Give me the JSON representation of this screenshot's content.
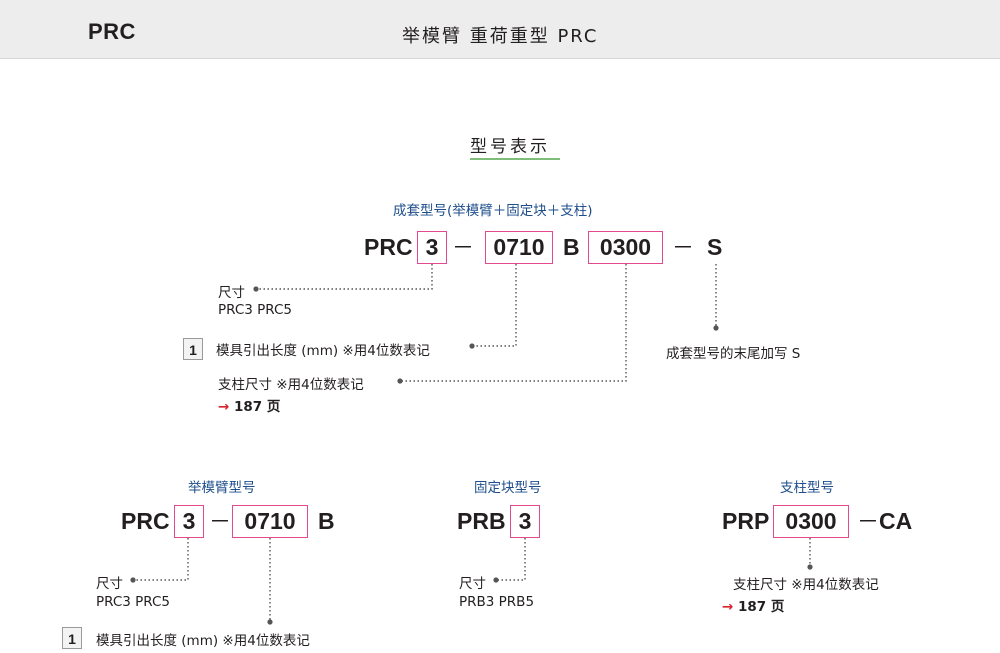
{
  "header": {
    "code": "PRC",
    "title": "举模臂  重荷重型 PRC"
  },
  "section_title": "型号表示",
  "full_set": {
    "label": "成套型号(举模臂＋固定块＋支柱)",
    "prefix": "PRC",
    "size_box": "3",
    "dash1": "－",
    "length_box": "0710",
    "mid_letter": "B",
    "pillar_box": "0300",
    "dash2": "－",
    "suffix": "S",
    "ann_size_label": "尺寸",
    "ann_size_values": "PRC3   PRC5",
    "ann_length_num": "1",
    "ann_length_text": "模具引出长度 (mm) ※用4位数表记",
    "ann_pillar_text": "支柱尺寸 ※用4位数表记",
    "ann_pillar_ref_arrow": "→",
    "ann_pillar_ref": "187 页",
    "ann_suffix_text": "成套型号的末尾加写 S"
  },
  "arm": {
    "label": "举模臂型号",
    "prefix": "PRC",
    "size_box": "3",
    "dash": "－",
    "length_box": "0710",
    "letter": "B",
    "ann_size_label": "尺寸",
    "ann_size_values": "PRC3   PRC5",
    "ann_length_num": "1",
    "ann_length_text": "模具引出长度 (mm) ※用4位数表记"
  },
  "block": {
    "label": "固定块型号",
    "prefix": "PRB",
    "size_box": "3",
    "ann_size_label": "尺寸",
    "ann_size_values": "PRB3   PRB5"
  },
  "pillar": {
    "label": "支柱型号",
    "prefix": "PRP",
    "length_box": "0300",
    "dash": "－",
    "suffix": "CA",
    "ann_text": "支柱尺寸 ※用4位数表记",
    "ann_ref_arrow": "→",
    "ann_ref": "187 页"
  },
  "colors": {
    "box_border": "#e3498d",
    "label_blue": "#1e4e8c",
    "ref_red": "#d9232e",
    "underline_green": "#7fbe7a"
  }
}
